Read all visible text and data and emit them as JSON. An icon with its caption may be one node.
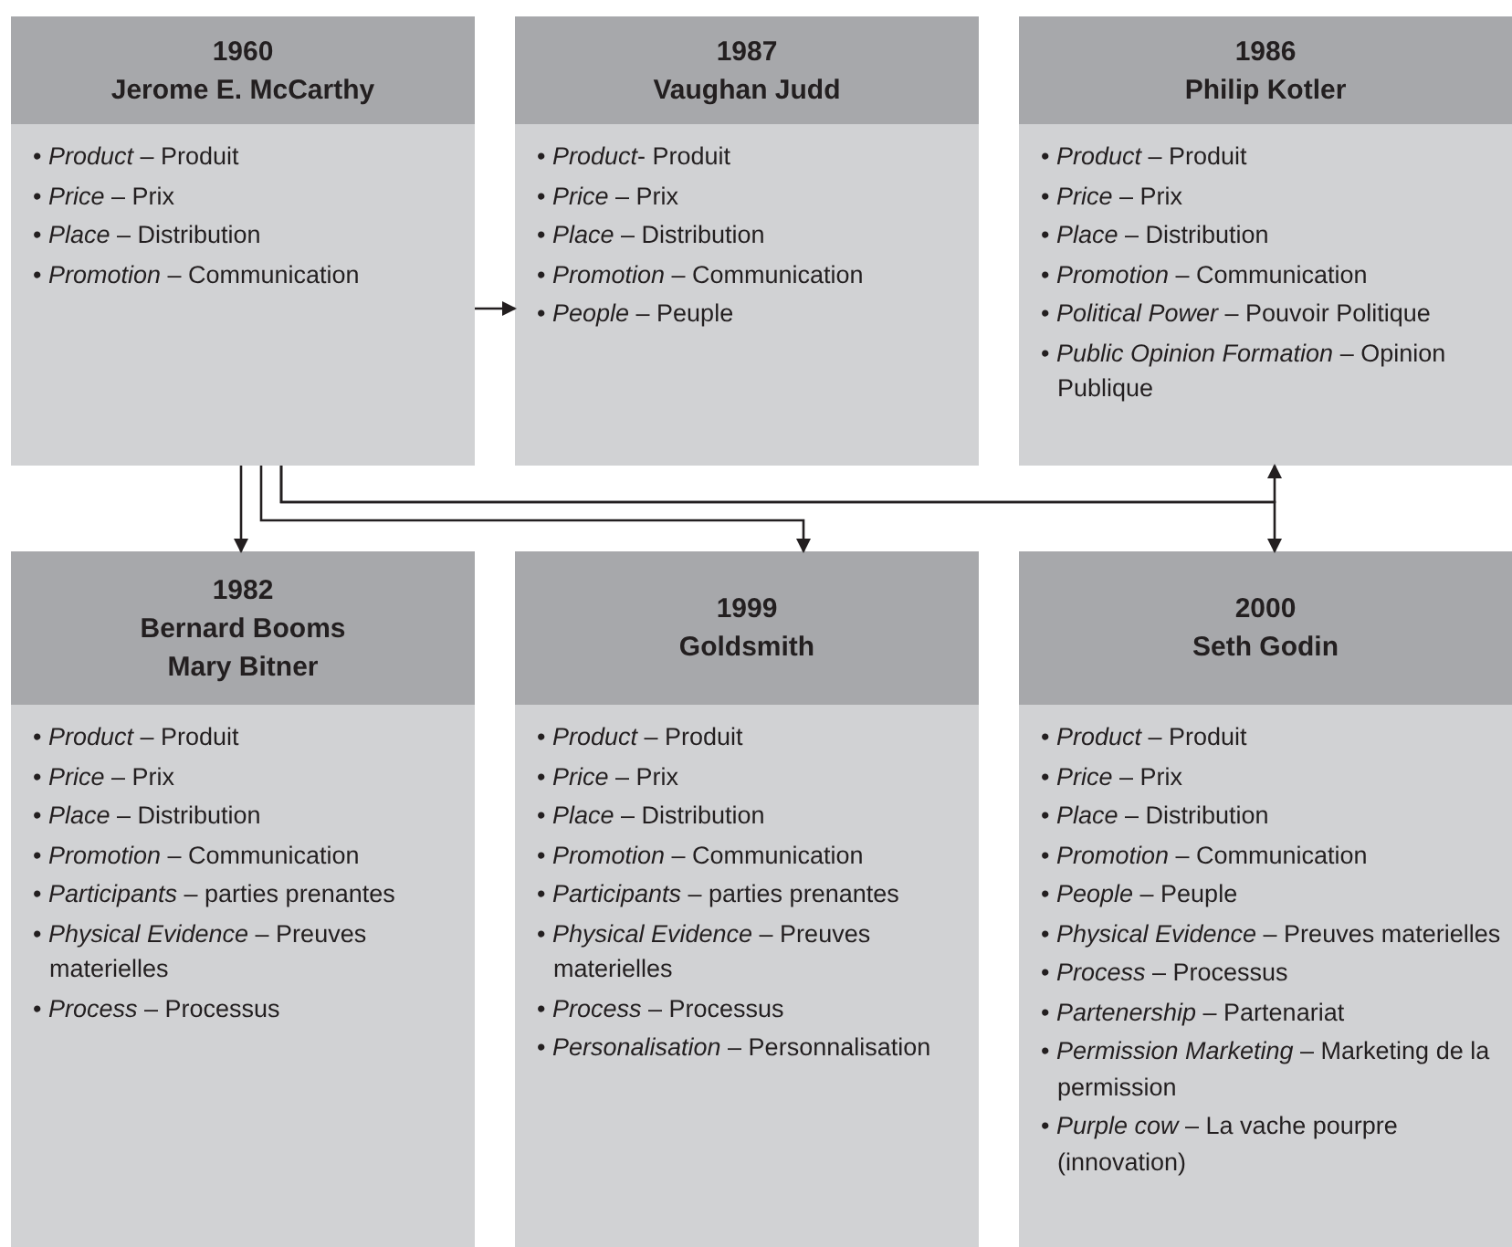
{
  "diagram": {
    "nodes": [
      {
        "text": [
          "1960",
          "Jerome E. McCarthy",
          "• *Product* – Produit",
          "• *Price* – Prix",
          "• *Place* – Distribution",
          "• *Promotion* – Communication"
        ]
      },
      {
        "text": [
          "1987",
          "Vaughan Judd",
          "• *Product*- Produit",
          "• *Price* – Prix",
          "• *Place* – Distribution",
          "• *Promotion* – Communication",
          "• *People* – Peuple"
        ]
      },
      {
        "text": [
          "1986",
          "Philip Kotler",
          "• *Product* – Produit",
          "• *Price* – Prix",
          "• *Place* – Distribution",
          "• *Promotion* – Communication",
          "• *Political Power* – Pouvoir Politique",
          "• *Public Opinion Formation* – Opinion Publique"
        ]
      },
      {
        "text": [
          "1982",
          "Bernard Booms",
          "Mary Bitner",
          "• *Product* – Produit",
          "• *Price* – Prix",
          "• *Place* – Distribution",
          "• *Promotion* – Communication",
          "• *Participants* – parties prenantes",
          "• *Physical Evidence* – Preuves materielles",
          "• *Process* – Processus"
        ]
      },
      {
        "text": [
          "1999",
          "Goldsmith",
          "• *Product* – Produit",
          "• *Price* – Prix",
          "• *Place* – Distribution",
          "• *Promotion* – Communication",
          "• *Participants* – parties prenantes",
          "• *Physical Evidence* – Preuves materielles",
          "• *Process* – Processus",
          "• *Personalisation* – Personnalisation"
        ]
      },
      {
        "text": [
          "2000",
          "Seth Godin",
          "• *Product* – Produit",
          "• *Price* – Prix",
          "• *Place* – Distribution",
          "• *Promotion* – Communication",
          "• *People* – Peuple",
          "• *Physical Evidence* – Preuves materielles",
          "• *Process* – Processus",
          "• *Partenership* – Partenariat",
          "• *Permission Marketing* – Marketing de la permission",
          "• *Purple cow* – La vache pourpre (innovation)"
        ]
      }
    ],
    "edges": [
      {
        "from": 0,
        "to": 1,
        "arrow": "to"
      },
      {
        "from": 0,
        "to": 3,
        "arrow": "to"
      },
      {
        "from": 0,
        "to": 4,
        "arrow": "to"
      },
      {
        "from": 0,
        "to": 2,
        "arrow": "to"
      },
      {
        "from": 0,
        "to": 5,
        "arrow": "to"
      }
    ]
  }
}
